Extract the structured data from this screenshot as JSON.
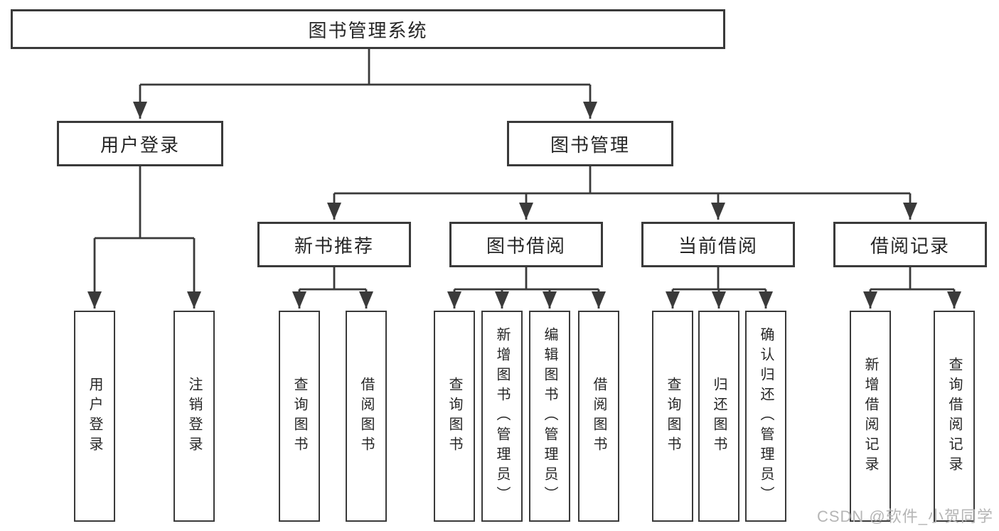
{
  "diagram": {
    "watermark": "CSDN @软件_小贺同学",
    "colors": {
      "line": "#3a3a3a",
      "box_border": "#3a3a3a",
      "text": "#262626",
      "watermark": "#b5b5b5",
      "background": "#ffffff"
    },
    "tree": {
      "root": {
        "label": "图书管理系统"
      },
      "level2": {
        "user_login": {
          "label": "用户登录",
          "parent": "图书管理系统"
        },
        "book_mgmt": {
          "label": "图书管理",
          "parent": "图书管理系统"
        }
      },
      "level3": {
        "new_book_rec": {
          "label": "新书推荐",
          "parent": "图书管理"
        },
        "book_borrow": {
          "label": "图书借阅",
          "parent": "图书管理"
        },
        "current_borrow": {
          "label": "当前借阅",
          "parent": "图书管理"
        },
        "borrow_record": {
          "label": "借阅记录",
          "parent": "图书管理"
        }
      },
      "leaves": {
        "user_login": {
          "label": "用户登录",
          "parent": "用户登录"
        },
        "logout": {
          "label": "注销登录",
          "parent": "用户登录"
        },
        "nbr_query_book": {
          "label": "查询图书",
          "parent": "新书推荐"
        },
        "nbr_borrow_book": {
          "label": "借阅图书",
          "parent": "新书推荐"
        },
        "bb_query_book": {
          "label": "查询图书",
          "parent": "图书借阅"
        },
        "bb_add_book": {
          "label": "新增图书（管理员）",
          "parent": "图书借阅"
        },
        "bb_edit_book": {
          "label": "编辑图书（管理员）",
          "parent": "图书借阅"
        },
        "bb_borrow_book": {
          "label": "借阅图书",
          "parent": "图书借阅"
        },
        "cb_query_book": {
          "label": "查询图书",
          "parent": "当前借阅"
        },
        "cb_return_book": {
          "label": "归还图书",
          "parent": "当前借阅"
        },
        "cb_confirm_return": {
          "label": "确认归还（管理员）",
          "parent": "当前借阅"
        },
        "br_add_record": {
          "label": "新增借阅记录",
          "parent": "借阅记录"
        },
        "br_query_record": {
          "label": "查询借阅记录",
          "parent": "借阅记录"
        }
      }
    }
  }
}
